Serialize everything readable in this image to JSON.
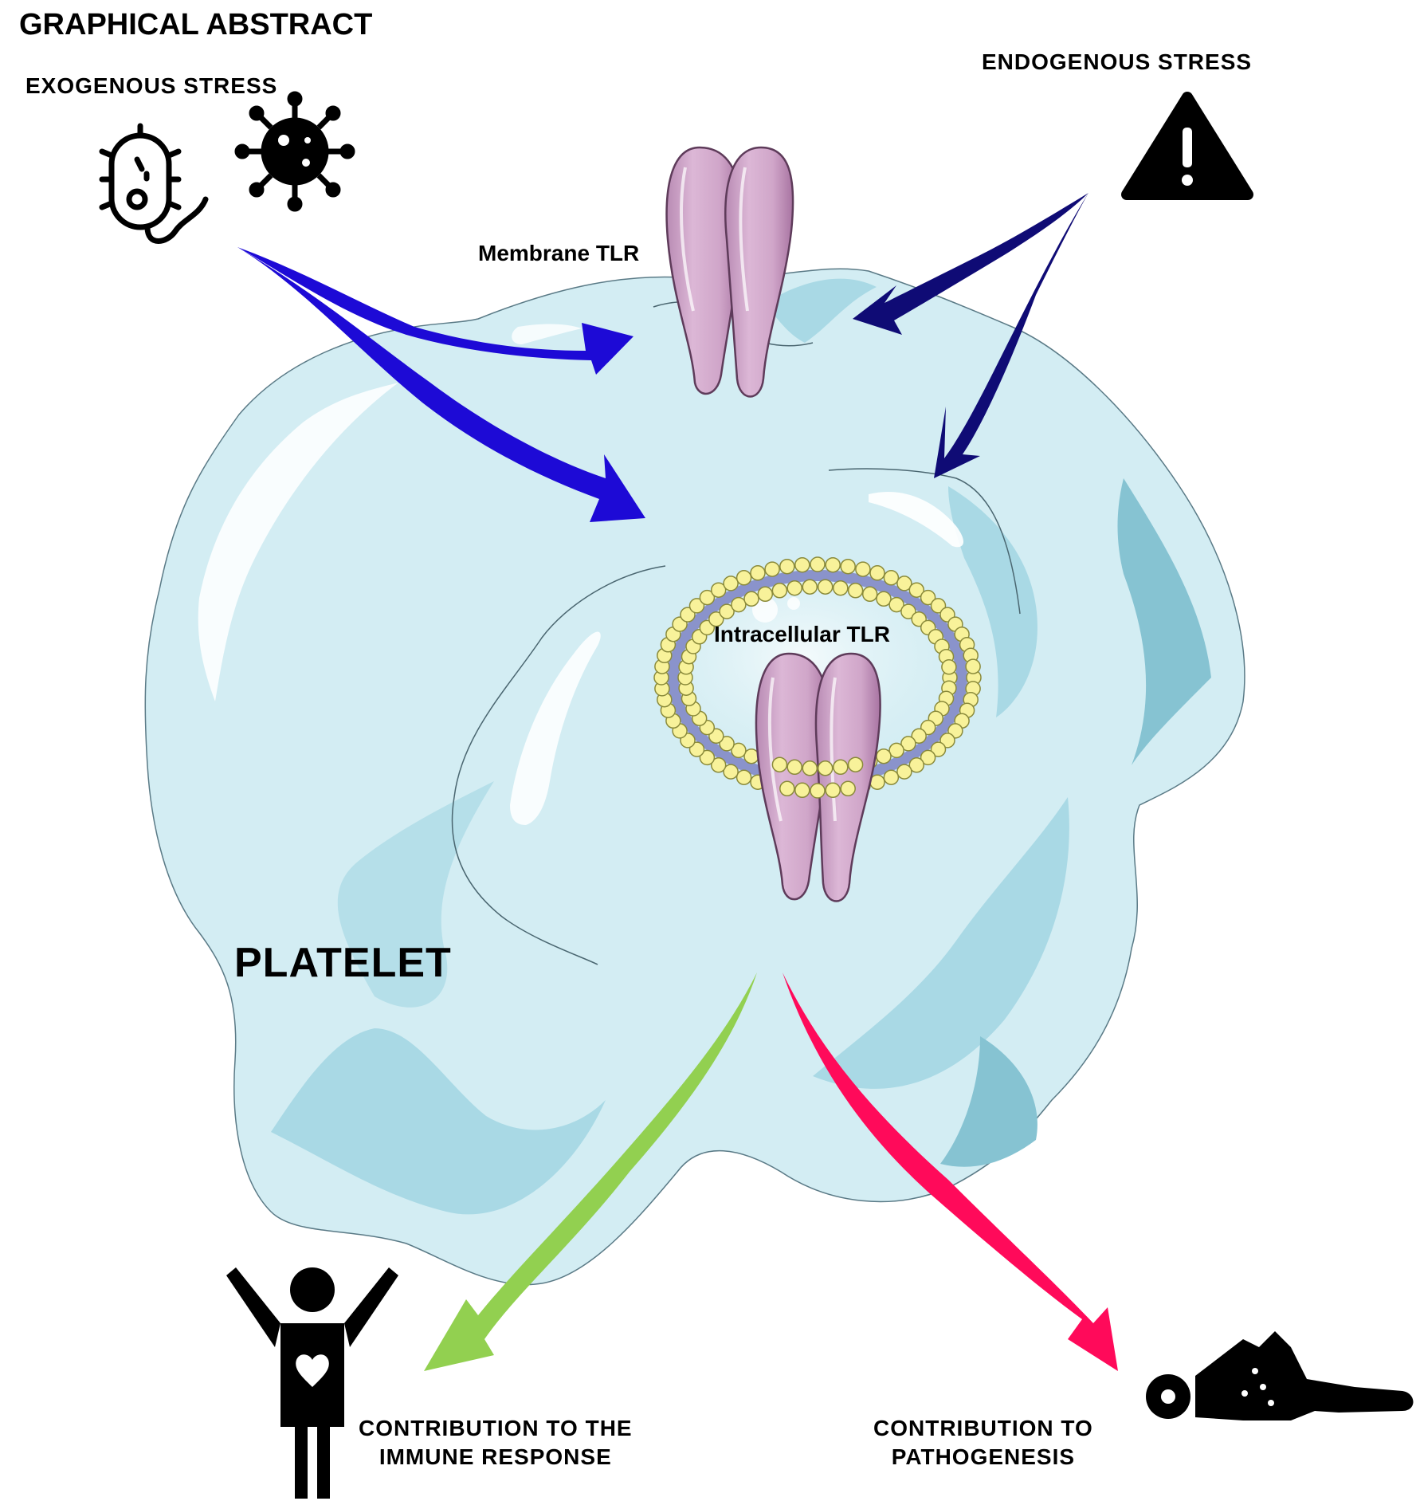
{
  "title": "GRAPHICAL ABSTRACT",
  "exogenous_stress": {
    "label": "EXOGENOUS STRESS",
    "icons": [
      "bacterium-icon",
      "virus-icon"
    ]
  },
  "endogenous_stress": {
    "label": "ENDOGENOUS STRESS",
    "icons": [
      "warning-icon"
    ]
  },
  "platelet": {
    "label": "PLATELET"
  },
  "receptors": {
    "membrane": "Membrane TLR",
    "intracellular": "Intracellular TLR"
  },
  "outcomes": {
    "immune": {
      "line1": "CONTRIBUTION TO THE",
      "line2": "IMMUNE RESPONSE",
      "icon": "healthy-person-icon"
    },
    "pathogenesis": {
      "line1": "CONTRIBUTION TO",
      "line2": "PATHOGENESIS",
      "icon": "lying-person-icon"
    }
  },
  "colors": {
    "cell_fill": "#d3edf3",
    "cell_shadow": "#a7d8e4",
    "receptor": "#d4abcc",
    "exogenous_arrow": "#1d0ad6",
    "endogenous_arrow": "#0f0b75",
    "immune_arrow": "#92d050",
    "pathogenesis_arrow": "#ff0a5a",
    "membrane_lipid": "#f8f29a",
    "membrane_core": "#8a93cb"
  }
}
